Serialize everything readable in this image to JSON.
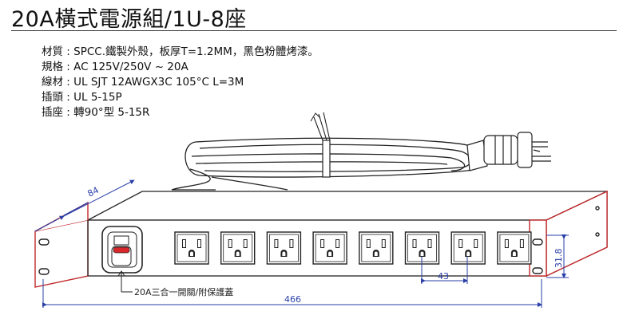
{
  "title": "20A橫式電源組/1U-8座",
  "specs": [
    {
      "label": "材質",
      "sep": " : ",
      "value": "SPCC.鐵製外殼，板厚T=1.2MM，黑色粉體烤漆。"
    },
    {
      "label": "規格",
      "sep": " : ",
      "value": "AC 125V/250V ~ 20A"
    },
    {
      "label": "線材",
      "sep": " : ",
      "value": "UL SJT 12AWGX3C 105°C L=3M"
    },
    {
      "label": "插頭",
      "sep": " : ",
      "value": "UL 5-15P"
    },
    {
      "label": "插座",
      "sep": " :  ",
      "value": "轉90°型 5-15R"
    }
  ],
  "drawing": {
    "depth_dim": "84",
    "pitch_dim": "43",
    "width_dim": "466",
    "height_dim": "31.8",
    "switch_note": "20A三合一開關/附保護蓋",
    "outlet_count": 8,
    "colors": {
      "bracket": "#c0282a",
      "line": "#222222",
      "dim_blue": "#2a3fa8",
      "switch_red": "#d9262a"
    }
  }
}
